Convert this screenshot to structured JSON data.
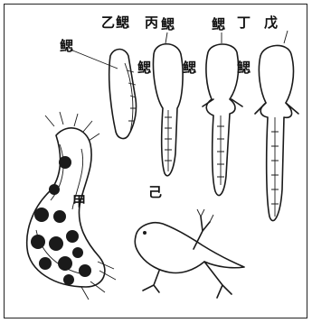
{
  "figure": {
    "labels": {
      "jia_egg_mass": "甲",
      "yi_stage": "乙",
      "bing_stage": "丙",
      "ding_stage": "丁",
      "wu_stage": "戊",
      "ji_frog": "己"
    },
    "callouts": {
      "gills_left": "鳃",
      "gills_b": "鳃",
      "gills_c": "鳃",
      "gills_d": "鳃",
      "gills_e": "鳃",
      "gills_f": "鳃",
      "yi_gill": "鳃"
    }
  }
}
